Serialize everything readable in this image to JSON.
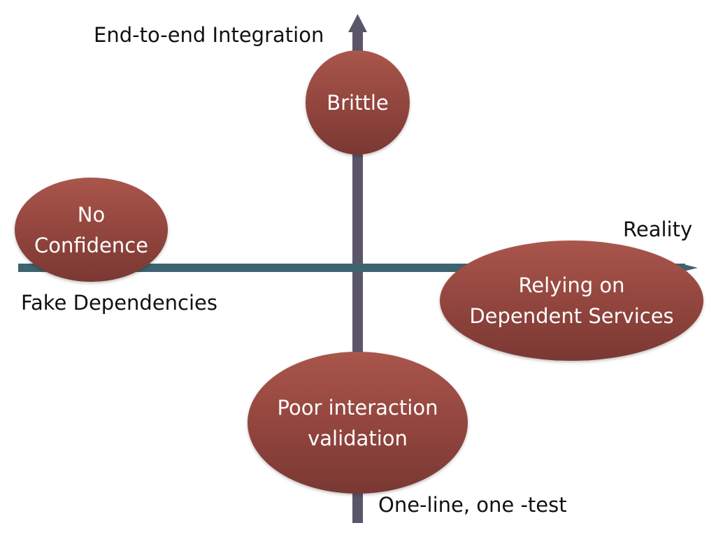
{
  "axes": {
    "top_label": "End-to-end Integration",
    "bottom_label": "One-line, one -test",
    "right_label": "Reality",
    "left_label": "Fake Dependencies",
    "vertical_color": "#5a5569",
    "horizontal_color": "#3d6470"
  },
  "nodes": {
    "brittle": {
      "line1": "Brittle"
    },
    "no_confidence": {
      "line1": "No",
      "line2": "Confidence"
    },
    "relying": {
      "line1": "Relying on",
      "line2": "Dependent Services"
    },
    "poor_validation": {
      "line1": "Poor interaction",
      "line2": "validation"
    }
  },
  "colors": {
    "bubble": "#93463e"
  }
}
